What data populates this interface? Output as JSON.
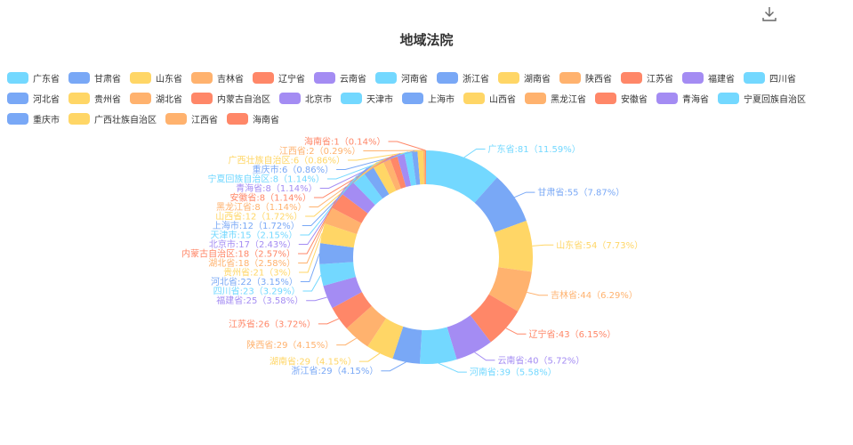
{
  "toolbar": {
    "download_icon": "download-icon"
  },
  "chart_data": {
    "type": "pie",
    "title": "地域法院",
    "legend_position": "top",
    "colors": [
      "#73d8ff",
      "#79a8f6",
      "#ffd666",
      "#ffb26e",
      "#ff8768",
      "#a48cf3"
    ],
    "slices": [
      {
        "name": "广东省",
        "value": 81,
        "label": "广东省:81（11.59%）"
      },
      {
        "name": "甘肃省",
        "value": 55,
        "label": "甘肃省:55（7.87%）"
      },
      {
        "name": "山东省",
        "value": 54,
        "label": "山东省:54（7.73%）"
      },
      {
        "name": "吉林省",
        "value": 44,
        "label": "吉林省:44（6.29%）"
      },
      {
        "name": "辽宁省",
        "value": 43,
        "label": "辽宁省:43（6.15%）"
      },
      {
        "name": "云南省",
        "value": 40,
        "label": "云南省:40（5.72%）"
      },
      {
        "name": "河南省",
        "value": 39,
        "label": "河南省:39（5.58%）"
      },
      {
        "name": "浙江省",
        "value": 29,
        "label": "浙江省:29（4.15%）"
      },
      {
        "name": "湖南省",
        "value": 29,
        "label": "湖南省:29（4.15%）"
      },
      {
        "name": "陕西省",
        "value": 29,
        "label": "陕西省:29（4.15%）"
      },
      {
        "name": "江苏省",
        "value": 26,
        "label": "江苏省:26（3.72%）"
      },
      {
        "name": "福建省",
        "value": 25,
        "label": "福建省:25（3.58%）"
      },
      {
        "name": "四川省",
        "value": 23,
        "label": "四川省:23（3.29%）"
      },
      {
        "name": "河北省",
        "value": 22,
        "label": "河北省:22（3.15%）"
      },
      {
        "name": "贵州省",
        "value": 21,
        "label": "贵州省:21（3%）"
      },
      {
        "name": "湖北省",
        "value": 18,
        "label": "湖北省:18（2.58%）"
      },
      {
        "name": "内蒙古自治区",
        "value": 18,
        "label": "内蒙古自治区:18（2.57%）"
      },
      {
        "name": "北京市",
        "value": 17,
        "label": "北京市:17（2.43%）"
      },
      {
        "name": "天津市",
        "value": 15,
        "label": "天津市:15（2.15%）"
      },
      {
        "name": "上海市",
        "value": 12,
        "label": "上海市:12（1.72%）"
      },
      {
        "name": "山西省",
        "value": 12,
        "label": "山西省:12（1.72%）"
      },
      {
        "name": "黑龙江省",
        "value": 8,
        "label": "黑龙江省:8（1.14%）"
      },
      {
        "name": "安徽省",
        "value": 8,
        "label": "安徽省:8（1.14%）"
      },
      {
        "name": "青海省",
        "value": 8,
        "label": "青海省:8（1.14%）"
      },
      {
        "name": "宁夏回族自治区",
        "value": 8,
        "label": "宁夏回族自治区:8（1.14%）"
      },
      {
        "name": "重庆市",
        "value": 6,
        "label": "重庆市:6（0.86%）"
      },
      {
        "name": "广西壮族自治区",
        "value": 6,
        "label": "广西壮族自治区:6（0.86%）"
      },
      {
        "name": "江西省",
        "value": 2,
        "label": "江西省:2（0.29%）"
      },
      {
        "name": "海南省",
        "value": 1,
        "label": "海南省:1（0.14%）"
      }
    ]
  }
}
